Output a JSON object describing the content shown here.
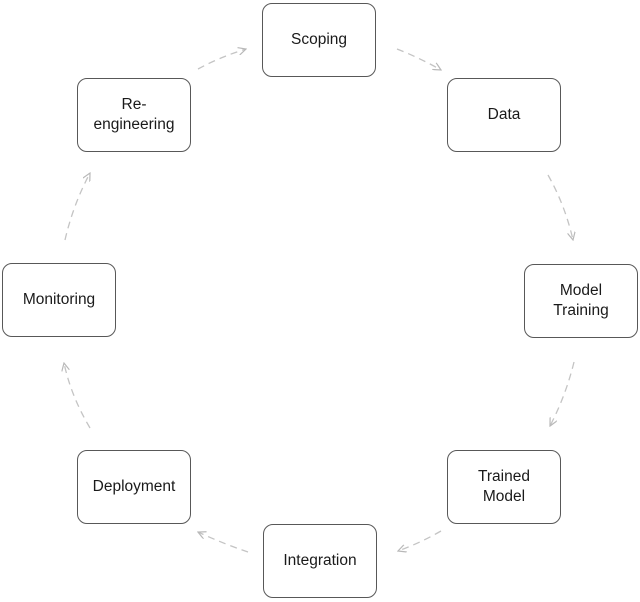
{
  "diagram": {
    "type": "cycle",
    "stages": [
      {
        "id": "scoping",
        "label": "Scoping"
      },
      {
        "id": "data",
        "label": "Data"
      },
      {
        "id": "model_training",
        "label": "Model\nTraining"
      },
      {
        "id": "trained_model",
        "label": "Trained\nModel"
      },
      {
        "id": "integration",
        "label": "Integration"
      },
      {
        "id": "deployment",
        "label": "Deployment"
      },
      {
        "id": "monitoring",
        "label": "Monitoring"
      },
      {
        "id": "re_engineering",
        "label": "Re-\nengineering"
      }
    ],
    "flow": [
      [
        "scoping",
        "data"
      ],
      [
        "data",
        "model_training"
      ],
      [
        "model_training",
        "trained_model"
      ],
      [
        "trained_model",
        "integration"
      ],
      [
        "integration",
        "deployment"
      ],
      [
        "deployment",
        "monitoring"
      ],
      [
        "monitoring",
        "re_engineering"
      ],
      [
        "re_engineering",
        "scoping"
      ]
    ],
    "colors": {
      "node_border": "#585858",
      "connector": "#c4c4c4",
      "text": "#1a1a1a"
    }
  }
}
